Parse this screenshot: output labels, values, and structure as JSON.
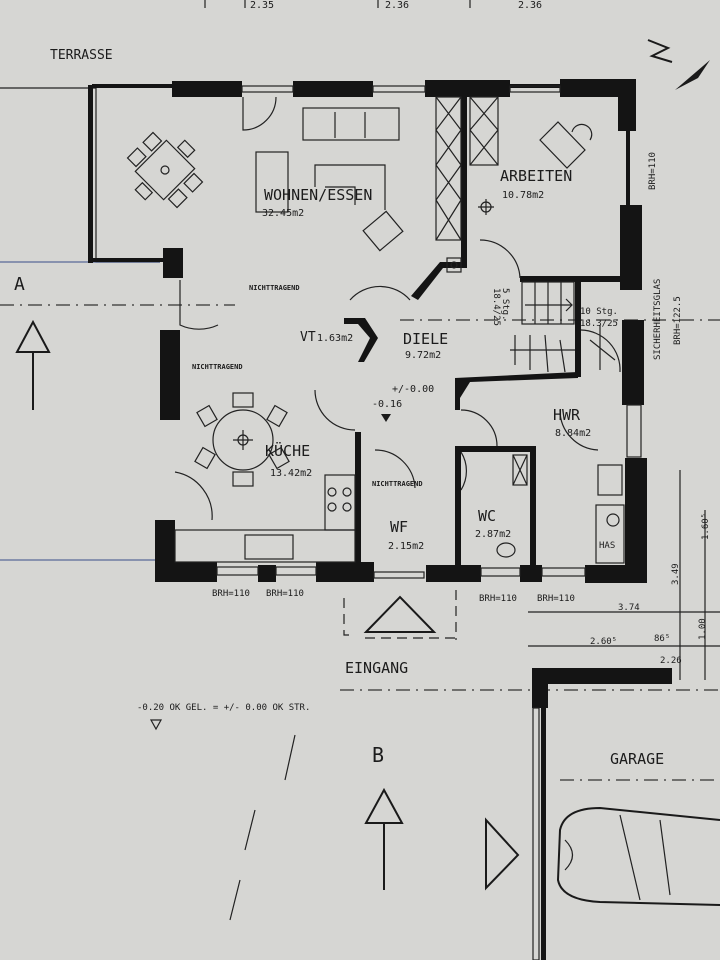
{
  "plan": {
    "top_dimensions": [
      "2.35",
      "2.36",
      "2.36"
    ],
    "terrace": "TERRASSE",
    "north_marker": "N",
    "rooms": {
      "wohnen": {
        "name": "WOHNEN/ESSEN",
        "area": "32.45m2"
      },
      "arbeiten": {
        "name": "ARBEITEN",
        "area": "10.78m2"
      },
      "diele": {
        "name": "DIELE",
        "area": "9.72m2"
      },
      "vt": {
        "name": "VT",
        "area": "1.63m2"
      },
      "kueche": {
        "name": "KÜCHE",
        "area": "13.42m2"
      },
      "hwr": {
        "name": "HWR",
        "area": "8.84m2"
      },
      "wf": {
        "name": "WF",
        "area": "2.15m2"
      },
      "wc": {
        "name": "WC",
        "area": "2.87m2"
      },
      "garage": {
        "name": "GARAGE"
      }
    },
    "labels": {
      "nichttragend": "NICHTTRAGEND",
      "brh_110": "BRH=110",
      "brh_122": "BRH=122.5",
      "sicherheitsglas": "SICHERHEITSGLAS",
      "stairs_short": "5 Stg.",
      "stairs_short_ratio": "18.4/25",
      "stairs_long": "10 Stg.",
      "stairs_long_ratio": "18.3/25",
      "level_zero": "+/-0.00",
      "level_diele": "-0.16",
      "has": "HAS",
      "eingang": "EINGANG",
      "level_note": "-0.20 OK GEL. = +/- 0.00 OK STR.",
      "section_a": "A",
      "section_b": "B"
    },
    "dimensions": {
      "d374": "3.74",
      "d260": "2.60⁵",
      "d226": "2.26",
      "d100": "1.00",
      "d86": "86⁵",
      "d349": "3.49",
      "d160": "1.60⁵"
    }
  }
}
